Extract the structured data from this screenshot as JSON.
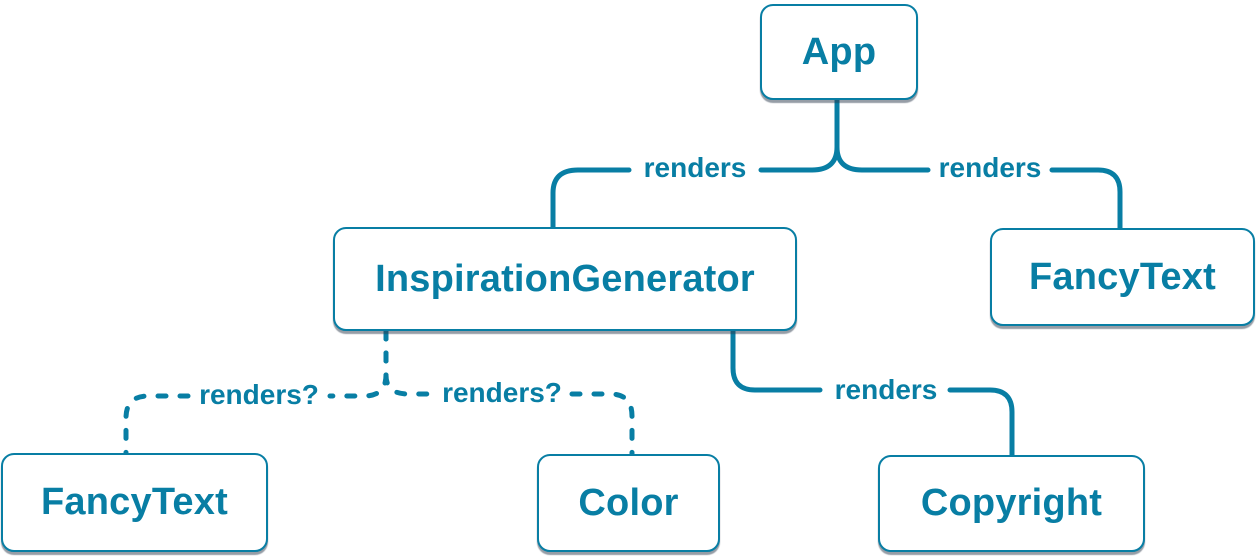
{
  "diagram": {
    "colors": {
      "accent": "#087ea4",
      "node_fill": "#ffffff",
      "background": "#ffffff",
      "shadow": "rgba(46,59,78,0.5)"
    },
    "nodes": [
      {
        "id": "app",
        "label": "App"
      },
      {
        "id": "inspiration-generator",
        "label": "InspirationGenerator"
      },
      {
        "id": "fancy-text-top",
        "label": "FancyText"
      },
      {
        "id": "fancy-text-bottom",
        "label": "FancyText"
      },
      {
        "id": "color",
        "label": "Color"
      },
      {
        "id": "copyright",
        "label": "Copyright"
      }
    ],
    "edges": [
      {
        "from": "App",
        "to": "InspirationGenerator",
        "label": "renders",
        "style": "solid"
      },
      {
        "from": "App",
        "to": "FancyText",
        "label": "renders",
        "style": "solid"
      },
      {
        "from": "InspirationGenerator",
        "to": "FancyText",
        "label": "renders?",
        "style": "dashed"
      },
      {
        "from": "InspirationGenerator",
        "to": "Color",
        "label": "renders?",
        "style": "dashed"
      },
      {
        "from": "InspirationGenerator",
        "to": "Copyright",
        "label": "renders",
        "style": "solid"
      }
    ],
    "edge_labels": [
      {
        "text": "renders"
      },
      {
        "text": "renders"
      },
      {
        "text": "renders?"
      },
      {
        "text": "renders?"
      },
      {
        "text": "renders"
      }
    ]
  }
}
